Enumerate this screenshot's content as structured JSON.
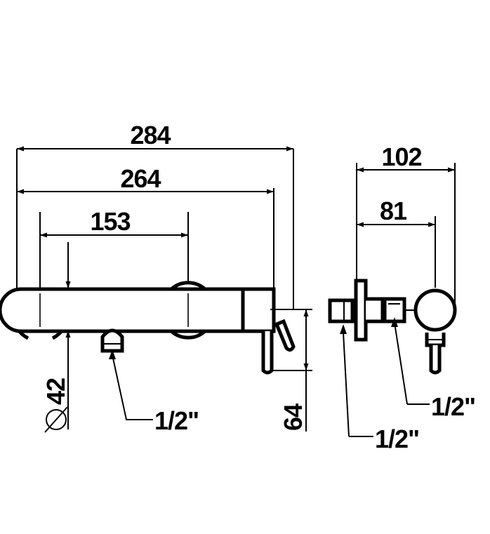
{
  "front_view": {
    "dim_overall": "284",
    "dim_body": "264",
    "dim_centers": "153",
    "dim_diameter": "42",
    "diameter_symbol": "⌀",
    "dim_lever": "64",
    "thread_outlet": "1/2\""
  },
  "side_view": {
    "dim_depth": "102",
    "dim_center_depth": "81",
    "thread_top": "1/2\"",
    "thread_bottom": "1/2\""
  },
  "colors": {
    "ink": "#000000",
    "paper": "#ffffff"
  }
}
